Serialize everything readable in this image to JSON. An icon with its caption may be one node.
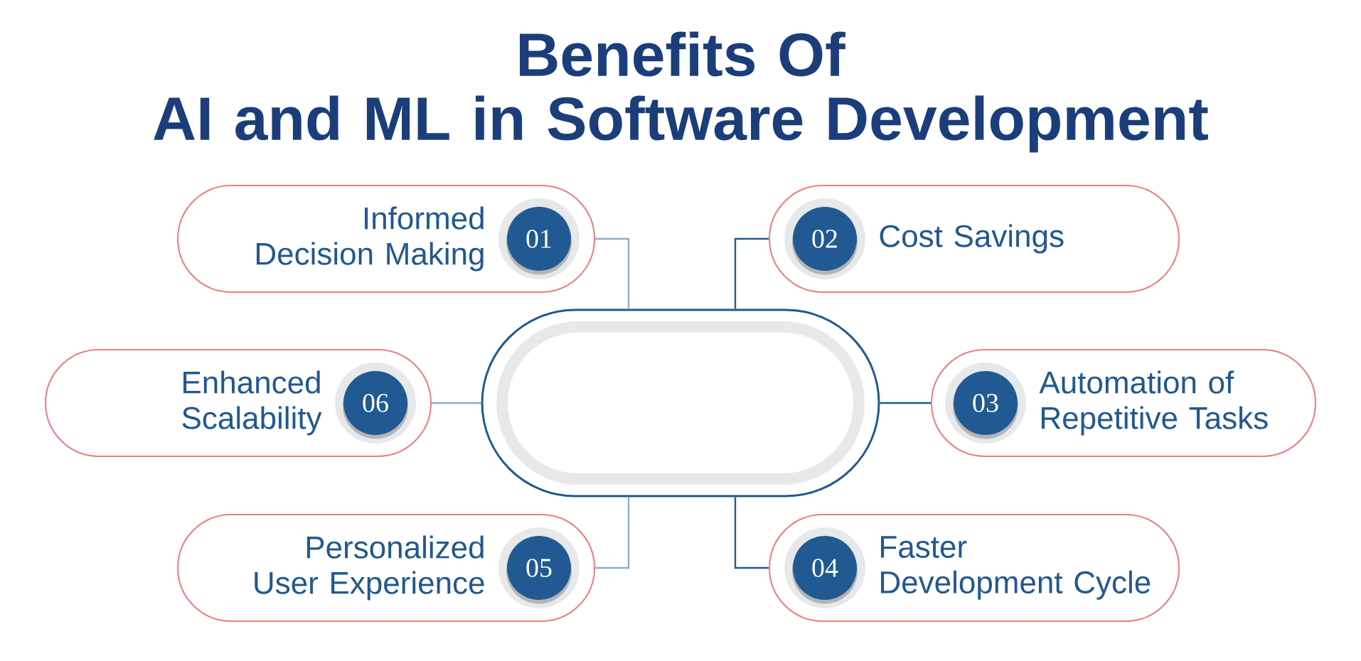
{
  "diagram": {
    "title": "Benefits Of AI and ML in Software Development",
    "nodes": [
      {
        "text": [
          "Informed Decision Making"
        ]
      },
      {
        "text": [
          "01"
        ],
        "in": 0
      },
      {
        "text": [
          "Cost Savings"
        ]
      },
      {
        "text": [
          "02"
        ],
        "in": 2
      },
      {
        "text": [
          "Enhanced Scalability"
        ]
      },
      {
        "text": [
          "06"
        ],
        "in": 4
      },
      {
        "text": [],
        "shape": "pill"
      },
      {
        "text": [
          "Automation of Repetitive Tasks"
        ]
      },
      {
        "text": [
          "03"
        ],
        "in": 7
      },
      {
        "text": [
          "Personalized User Experience"
        ]
      },
      {
        "text": [
          "05"
        ],
        "in": 9
      },
      {
        "text": [
          "Faster Development Cycle"
        ]
      },
      {
        "text": [
          "04"
        ],
        "in": 11
      }
    ],
    "edges": [
      {
        "from": 6,
        "to": 0,
        "arrow": "none",
        "color": "#8eaccb"
      },
      {
        "from": 6,
        "to": 2,
        "arrow": "none",
        "color": "#1f5a92"
      },
      {
        "from": 6,
        "to": 4,
        "arrow": "none",
        "color": "#8eaccb"
      },
      {
        "from": 6,
        "to": 7,
        "arrow": "none",
        "color": "#1f5a92"
      },
      {
        "from": 6,
        "to": 9,
        "arrow": "none",
        "color": "#8eaccb"
      },
      {
        "from": 6,
        "to": 11,
        "arrow": "none",
        "color": "#1f5a92"
      }
    ]
  }
}
